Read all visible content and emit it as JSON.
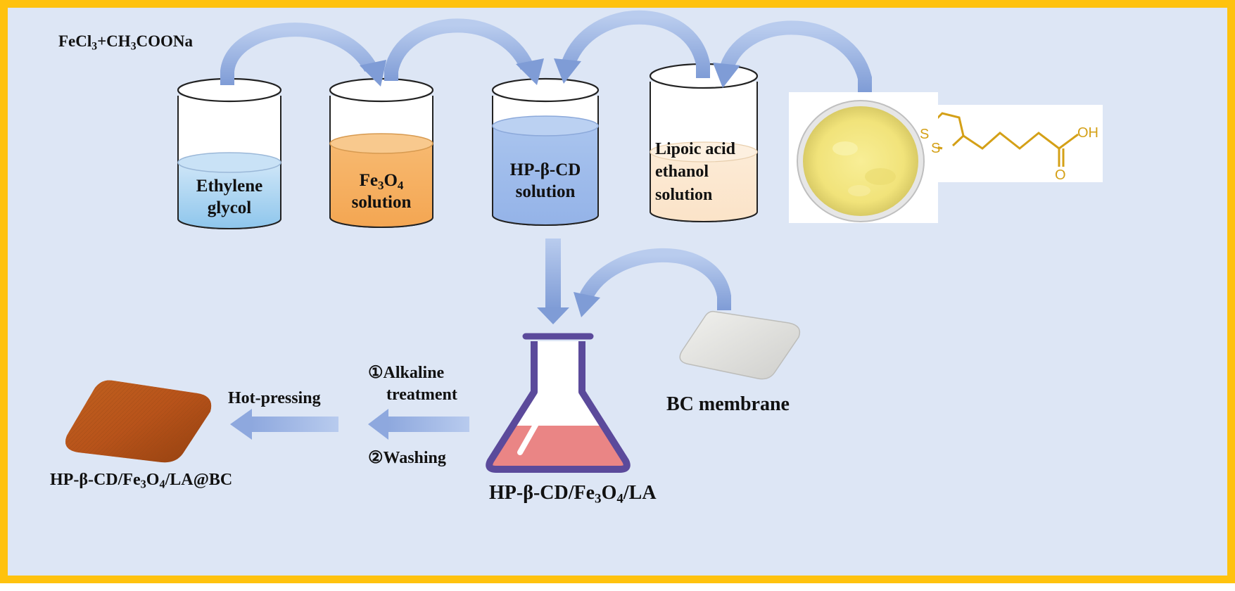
{
  "reagent": {
    "pre": "FeCl",
    "sub1": "3",
    "mid": "+CH",
    "sub2": "3",
    "post": "COONa"
  },
  "beakers": {
    "ethylene": {
      "line1": "Ethylene",
      "line2": "glycol"
    },
    "fe3o4": {
      "pre": "Fe",
      "sub1": "3",
      "mid": "O",
      "sub2": "4",
      "line2": "solution"
    },
    "hpcd": {
      "line1": "HP-β-CD",
      "line2": "solution"
    },
    "lipoic": {
      "line1": "Lipoic acid",
      "line2": "ethanol",
      "line3": "solution"
    }
  },
  "molecule": {
    "s1": "S",
    "s2": "S",
    "oh": "OH",
    "o": "O"
  },
  "bc_membrane": "BC membrane",
  "flask_label": {
    "pre": "HP-β-CD/Fe",
    "sub1": "3",
    "mid": "O",
    "sub2": "4",
    "post": "/LA"
  },
  "steps": {
    "alkaline_line1": "①Alkaline",
    "alkaline_line2": "treatment",
    "washing": "②Washing",
    "hot_pressing": "Hot-pressing"
  },
  "product_label": {
    "pre": "HP-β-CD/Fe",
    "sub1": "3",
    "mid": "O",
    "sub2": "4",
    "post": "/LA@BC"
  },
  "colors": {
    "border": "#FFC20E",
    "background": "#DDE6F5",
    "arrow": "#8FA9DC",
    "flask": "#5B4A9B",
    "liquid_pink": "#EA8585",
    "molecule": "#D4A017"
  }
}
